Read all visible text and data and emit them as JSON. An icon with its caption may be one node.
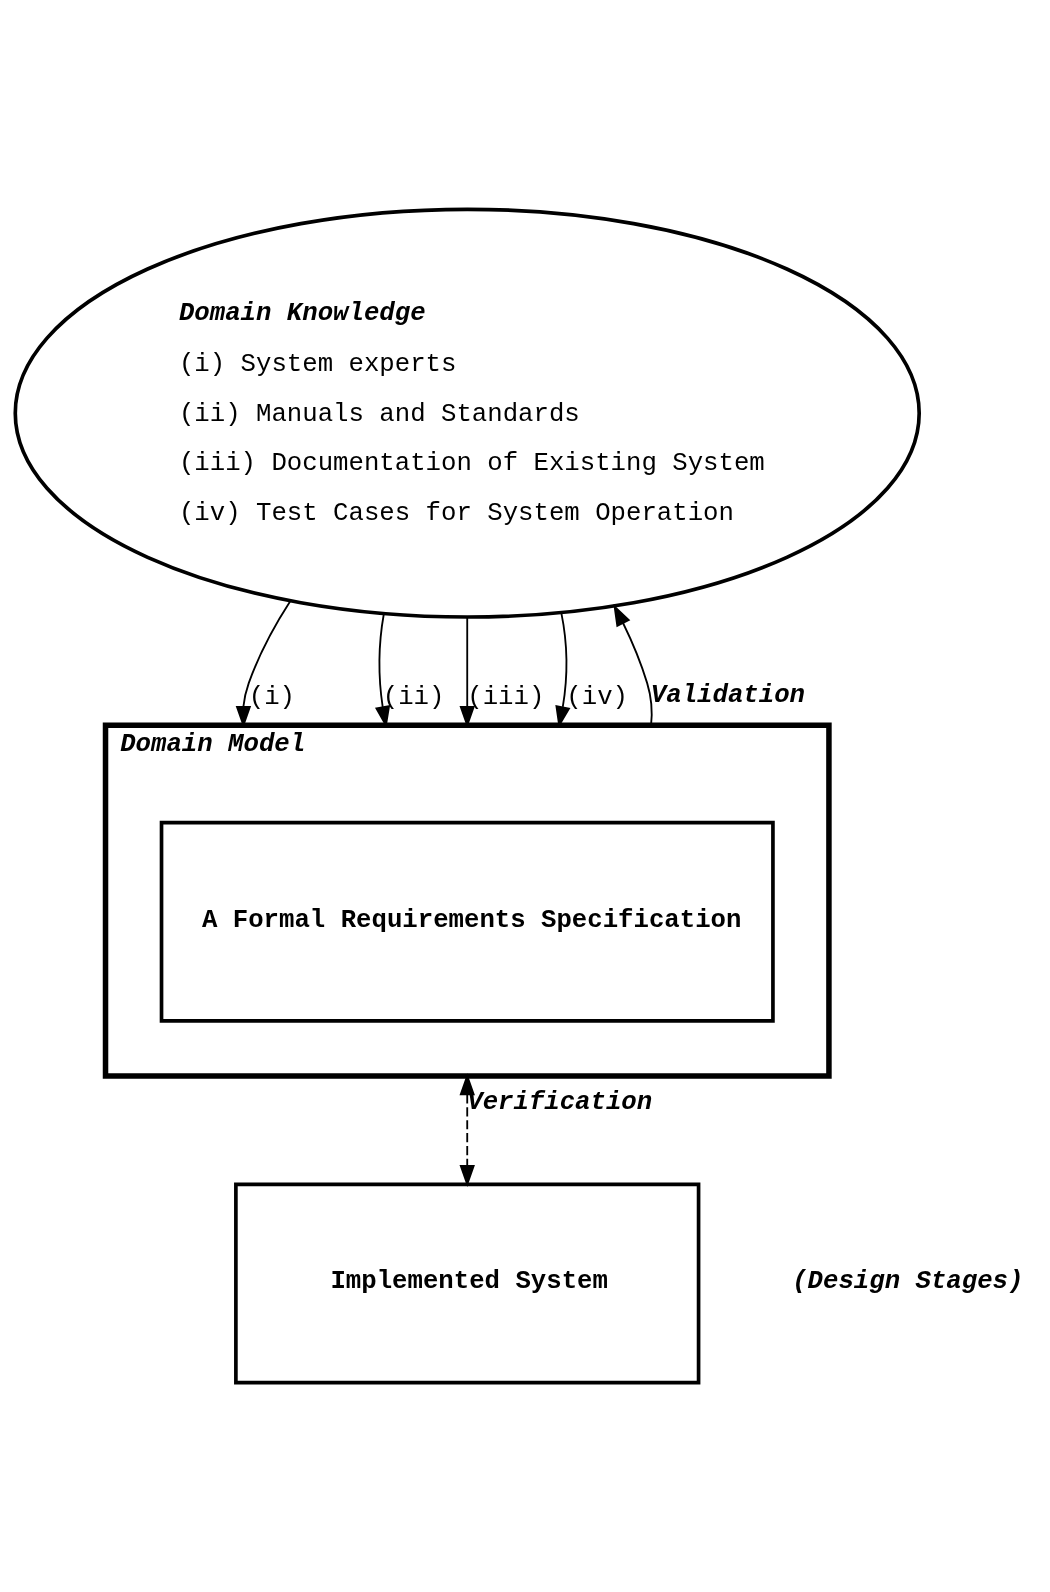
{
  "diagram": {
    "nodes": [
      {
        "text": [
          "Domain Knowledge",
          "(i) System experts",
          "(ii) Manuals and Standards",
          "(iii) Documentation of Existing System",
          "(iv) Test Cases for System Operation"
        ]
      },
      {
        "text": [
          "Domain Model"
        ]
      },
      {
        "text": [
          "A Formal Requirements Specification"
        ],
        "in": 1
      },
      {
        "text": [
          "Implemented System"
        ]
      }
    ],
    "edges": [
      {
        "from": 0,
        "to": 1,
        "arrow": "to",
        "label": "(i)"
      },
      {
        "from": 0,
        "to": 1,
        "arrow": "to",
        "label": "(ii)"
      },
      {
        "from": 0,
        "to": 1,
        "arrow": "to",
        "label": "(iii)"
      },
      {
        "from": 0,
        "to": 1,
        "arrow": "to",
        "label": "(iv)"
      },
      {
        "from": 1,
        "to": 0,
        "arrow": "to",
        "label": "Validation"
      },
      {
        "from": 1,
        "to": 3,
        "arrow": "both",
        "label": "Verification",
        "style": "dashed"
      }
    ],
    "labels": [
      "(Design Stages)"
    ]
  }
}
